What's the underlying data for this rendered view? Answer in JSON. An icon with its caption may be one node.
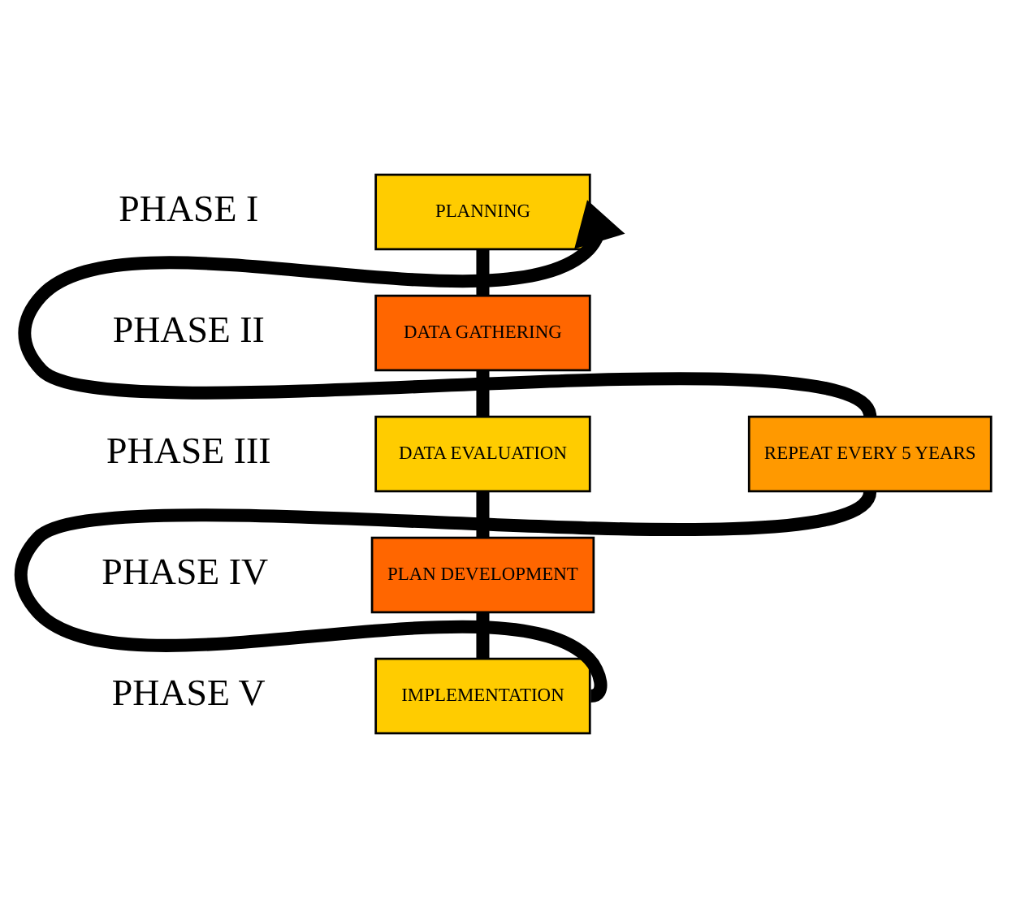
{
  "diagram": {
    "nodes": [
      {
        "text": [
          "PLANNING"
        ],
        "beside": [
          "PHASE I"
        ]
      },
      {
        "text": [
          "DATA GATHERING"
        ],
        "beside": [
          "PHASE II"
        ]
      },
      {
        "text": [
          "DATA EVALUATION"
        ],
        "beside": [
          "PHASE III"
        ]
      },
      {
        "text": [
          "PLAN DEVELOPMENT"
        ],
        "beside": [
          "PHASE IV"
        ]
      },
      {
        "text": [
          "IMPLEMENTATION"
        ],
        "beside": [
          "PHASE V"
        ]
      },
      {
        "text": [
          "REPEAT EVERY 5 YEARS"
        ]
      }
    ],
    "edges": [
      {
        "from": 0,
        "to": 1,
        "arrow": "none"
      },
      {
        "from": 1,
        "to": 2,
        "arrow": "none"
      },
      {
        "from": 2,
        "to": 3,
        "arrow": "none"
      },
      {
        "from": 3,
        "to": 4,
        "arrow": "none"
      },
      {
        "from": 4,
        "to": 5,
        "arrow": "none"
      },
      {
        "from": 5,
        "to": 0,
        "arrow": "to"
      }
    ]
  }
}
